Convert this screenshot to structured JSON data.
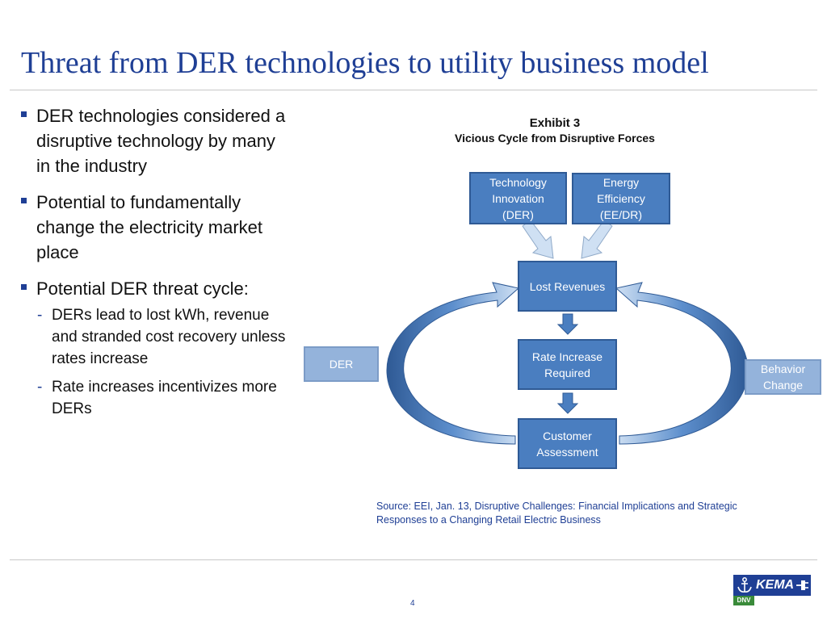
{
  "slide": {
    "title": "Threat from DER technologies to utility business model",
    "page_number": "4"
  },
  "bullets": [
    {
      "text": "DER technologies considered a disruptive technology by many in the industry"
    },
    {
      "text": "Potential to fundamentally change the electricity market place"
    },
    {
      "text": "Potential DER threat cycle:",
      "subs": [
        "DERs lead to lost kWh, revenue and stranded cost recovery unless rates increase",
        "Rate increases incentivizes more DERs"
      ]
    }
  ],
  "sub_bullet_mark": "-",
  "exhibit": {
    "title_line1": "Exhibit 3",
    "title_line2": "Vicious Cycle from Disruptive Forces",
    "boxes": {
      "technology": [
        "Technology",
        "Innovation",
        "(DER)"
      ],
      "efficiency": [
        "Energy",
        "Efficiency",
        "(EE/DR)"
      ],
      "lost_revenues": [
        "Lost Revenues"
      ],
      "rate_increase": [
        "Rate Increase",
        "Required"
      ],
      "customer": [
        "Customer",
        "Assessment"
      ],
      "der": [
        "DER"
      ],
      "behavior": [
        "Behavior",
        "Change"
      ]
    }
  },
  "source": {
    "line1": "Source: EEI, Jan. 13, Disruptive Challenges: Financial Implications and Strategic",
    "line2": "Responses to a Changing Retail Electric Business"
  },
  "logo": {
    "wordmark": "KEMA",
    "sub_mark": "DNV"
  },
  "colors": {
    "title": "#1f3f95",
    "box_dark": "#4a7ec0",
    "box_light": "#94b3db",
    "arrow_fill": "#4a7ec0",
    "arrow_light": "#cfe0f3",
    "logo_blue": "#1f3f95",
    "logo_green": "#3a8b3a"
  },
  "icons": {
    "bullet": "square-bullet-icon",
    "logo_anchor": "anchor-icon",
    "logo_plug": "plug-icon"
  }
}
